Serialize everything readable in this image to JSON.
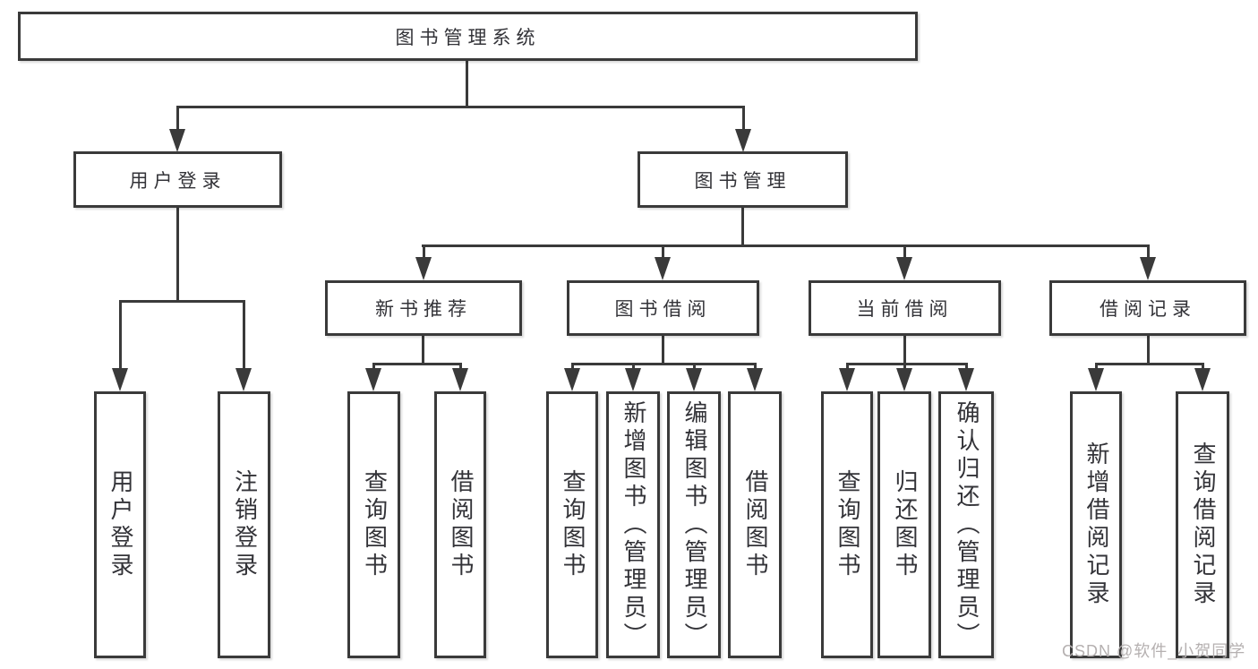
{
  "diagram": {
    "root": {
      "label": "图书管理系统"
    },
    "level2": {
      "user_login": {
        "label": "用户登录",
        "children": {
          "login": {
            "label": "用户登录"
          },
          "logout": {
            "label": "注销登录"
          }
        }
      },
      "book_management": {
        "label": "图书管理"
      }
    },
    "level3": {
      "new_book": {
        "label": "新书推荐",
        "children": {
          "query": {
            "label": "查询图书"
          },
          "borrow": {
            "label": "借阅图书"
          }
        }
      },
      "borrowing": {
        "label": "图书借阅",
        "children": {
          "query": {
            "label": "查询图书"
          },
          "add": {
            "label": "新增图书（管理员）"
          },
          "edit": {
            "label": "编辑图书（管理员）"
          },
          "borrow": {
            "label": "借阅图书"
          }
        }
      },
      "current": {
        "label": "当前借阅",
        "children": {
          "query": {
            "label": "查询图书"
          },
          "return": {
            "label": "归还图书"
          },
          "confirm": {
            "label": "确认归还（管理员）"
          }
        }
      },
      "records": {
        "label": "借阅记录",
        "children": {
          "add": {
            "label": "新增借阅记录"
          },
          "query": {
            "label": "查询借阅记录"
          }
        }
      }
    }
  },
  "watermark": {
    "text": "CSDN @软件_小贺同学"
  },
  "colors": {
    "line": "#3a3a3a",
    "text": "#333338",
    "box_bg": "#ffffff",
    "bg": "#ffffff",
    "watermark": "#b5b0b0"
  }
}
